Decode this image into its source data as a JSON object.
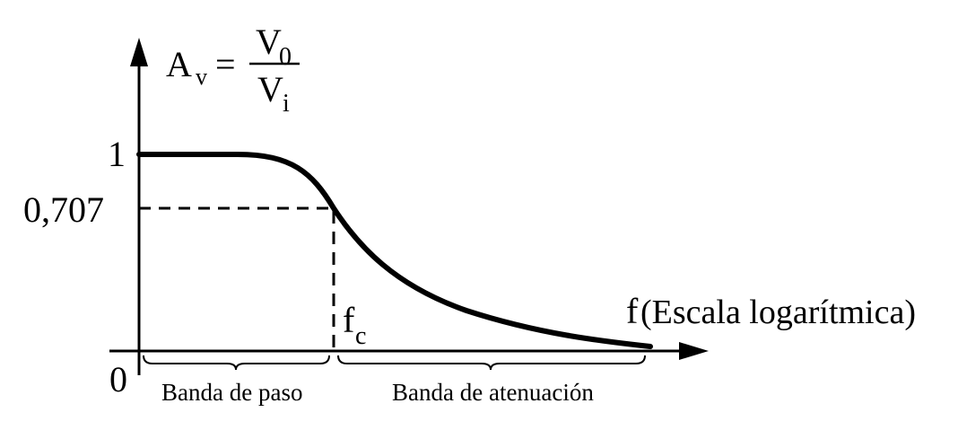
{
  "gain_label": {
    "base": "A",
    "subscript": "v",
    "equals": "=",
    "numerator": "V",
    "numerator_sub": "0",
    "denominator": "V",
    "denominator_sub": "i"
  },
  "y_ticks": {
    "one": "1",
    "cutoff": "0,707",
    "zero": "0"
  },
  "x_axis": {
    "f_symbol": "f",
    "scale_note": "(Escala logarítmica)"
  },
  "cutoff_label": {
    "base": "f",
    "subscript": "c"
  },
  "bands": {
    "pass": "Banda de paso",
    "stop": "Banda de atenuación"
  },
  "colors": {
    "ink": "#000000",
    "background": "#ffffff"
  }
}
